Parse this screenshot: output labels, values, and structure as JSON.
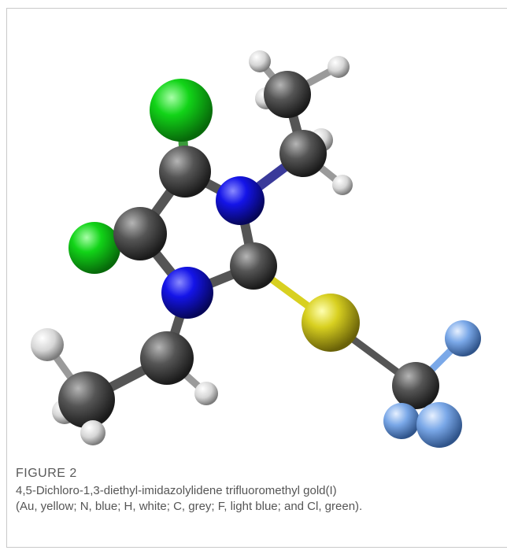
{
  "figure": {
    "label": "FIGURE 2",
    "caption_line1": "4,5-Dichloro-1,3-diethyl-imidazolylidene trifluoromethyl gold(I)",
    "caption_line2": "(Au, yellow; N, blue; H, white; C, grey; F, light blue; and Cl, green)."
  },
  "colors": {
    "gold": "#d8d020",
    "nitrogen": "#1010e0",
    "hydrogen": "#e0e0e0",
    "carbon": "#555555",
    "fluorine": "#7aa8e8",
    "chlorine": "#10d020"
  }
}
